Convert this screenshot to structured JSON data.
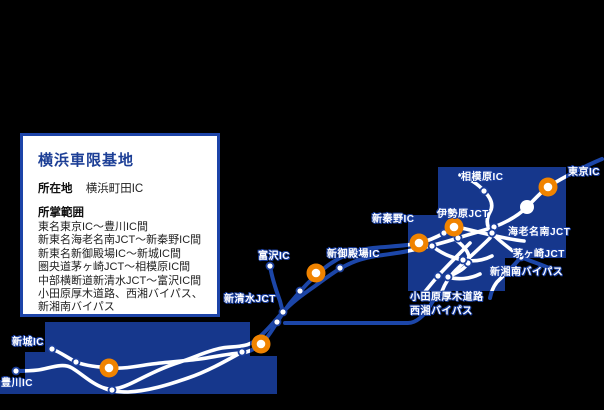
{
  "infobox": {
    "title": "横浜車限基地",
    "location_label": "所在地",
    "location_value": "横浜町田IC",
    "scope_label": "所掌範囲",
    "scope_lines": [
      "東名東京IC〜豊川IC間",
      "新東名海老名南JCT〜新秦野IC間",
      "新東名新御殿場IC〜新城IC間",
      "圏央道茅ヶ崎JCT〜相模原IC間",
      "中部横断道新清水JCT〜富沢IC間",
      "小田原厚木道路、西湘バイパス、",
      "新湘南バイパス"
    ]
  },
  "map": {
    "labels": [
      {
        "id": "tokyo-ic",
        "text": "東京IC"
      },
      {
        "id": "sagamihara-ic",
        "text": "相模原IC"
      },
      {
        "id": "isehara-jct",
        "text": "伊勢原JCT"
      },
      {
        "id": "shin-hadano-ic",
        "text": "新秦野IC"
      },
      {
        "id": "ebina-minami-jct",
        "text": "海老名南JCT"
      },
      {
        "id": "chigasaki-jct",
        "text": "茅ヶ崎JCT"
      },
      {
        "id": "shin-shonan-bypass",
        "text": "新湘南バイパス"
      },
      {
        "id": "shin-gotemba-ic",
        "text": "新御殿場IC"
      },
      {
        "id": "tomizawa-ic",
        "text": "富沢IC"
      },
      {
        "id": "shin-shimizu-jct",
        "text": "新清水JCT"
      },
      {
        "id": "odawara-atsugi-road",
        "text": "小田原厚木道路"
      },
      {
        "id": "seisho-bypass",
        "text": "西湘バイパス"
      },
      {
        "id": "shinshiro-ic",
        "text": "新城IC"
      },
      {
        "id": "toyokawa-ic",
        "text": "豊川IC"
      }
    ],
    "colors": {
      "background": "#000000",
      "region_fill": "#16378c",
      "road_outside": "#1c46a8",
      "road_inside": "#ffffff",
      "marker_orange": "#f08300",
      "label_text": "#ffffff",
      "label_halo": "#1a3fa0",
      "box_border": "#1d44a8",
      "box_title": "#1d3f96"
    }
  }
}
